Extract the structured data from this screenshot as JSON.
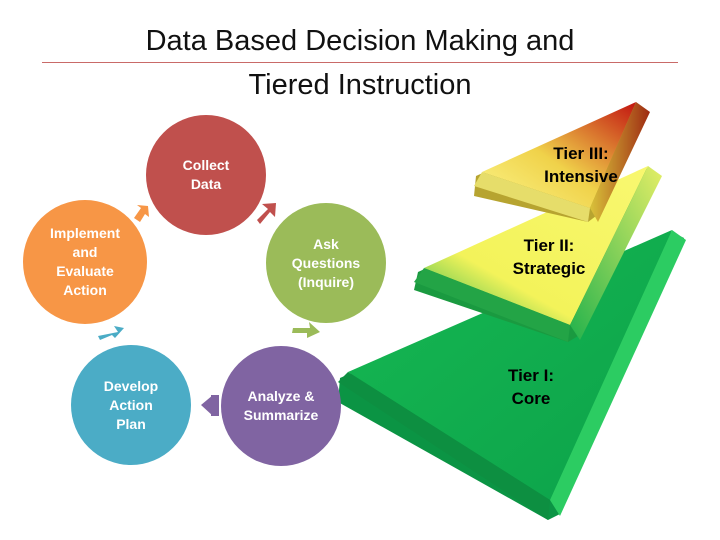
{
  "title": {
    "line1": "Data Based Decision Making and",
    "line2": "Tiered Instruction"
  },
  "cycle": {
    "nodes": [
      {
        "id": "collect",
        "lines": [
          "Collect",
          "Data"
        ],
        "color": "#c0504d"
      },
      {
        "id": "ask",
        "lines": [
          "Ask",
          "Questions",
          "(Inquire)"
        ],
        "color": "#9bbb59"
      },
      {
        "id": "analyze",
        "lines": [
          "Analyze &",
          "Summarize"
        ],
        "color": "#8064a2"
      },
      {
        "id": "develop",
        "lines": [
          "Develop",
          "Action",
          "Plan"
        ],
        "color": "#4bacc6"
      },
      {
        "id": "implement",
        "lines": [
          "Implement",
          "and",
          "Evaluate",
          "Action"
        ],
        "color": "#f79646"
      }
    ]
  },
  "tiers": [
    {
      "id": "tier3",
      "lines": [
        "Tier III:",
        "Intensive"
      ],
      "colors": [
        "#f5f07a",
        "#d2201a"
      ]
    },
    {
      "id": "tier2",
      "lines": [
        "Tier II:",
        "Strategic"
      ],
      "colors": [
        "#16b050",
        "#f8f55e"
      ]
    },
    {
      "id": "tier1",
      "lines": [
        "Tier I:",
        "Core"
      ],
      "colors": [
        "#0fae4d",
        "#22c15a"
      ]
    }
  ]
}
